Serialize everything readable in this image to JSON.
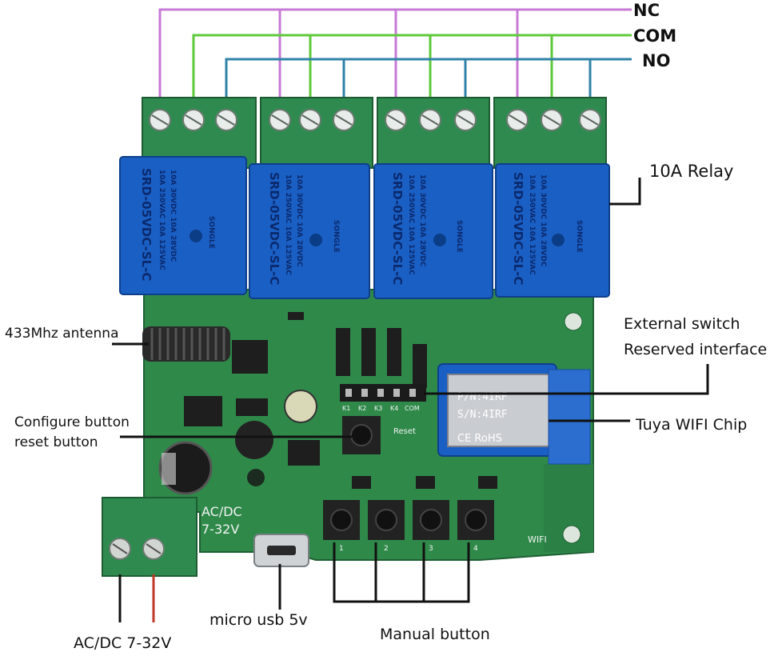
{
  "labels": {
    "nc": "NC",
    "com": "COM",
    "no": "NO",
    "relay": "10A Relay",
    "antenna": "433Mhz antenna",
    "external_switch_line1": "External switch",
    "external_switch_line2": "Reserved interface",
    "configure_line1": "Configure button",
    "configure_line2": "reset button",
    "wifi_chip": "Tuya WIFI Chip",
    "power": "AC/DC 7-32V",
    "micro_usb": "micro usb 5v",
    "manual_button": "Manual button"
  },
  "board_print": {
    "acdc": "AC/DC",
    "voltage": "7-32V",
    "reset": "Reset",
    "wifi": "WIFI",
    "header_pins": [
      "K1",
      "K2",
      "K3",
      "K4",
      "COM"
    ],
    "button_numbers": [
      "1",
      "2",
      "3",
      "4"
    ]
  },
  "relay_print": {
    "model": "SRD-05VDC-SL-C",
    "rating1": "10A 250VAC 10A 125VAC",
    "rating2": "10A 30VDC 10A 28VDC",
    "brand": "SONGLE"
  },
  "chip_print": {
    "line1": "P/N:4IRF",
    "line2": "S/N:4IRF",
    "mark": "CE RoHS"
  },
  "colors": {
    "nc_wire": "#c77ad6",
    "com_wire": "#5ec93a",
    "no_wire": "#2f82a8",
    "pcb": "#2f8a4a",
    "terminal": "#2f8a4f",
    "relay": "#1a5fc4",
    "power_red_wire": "#c0392b"
  }
}
